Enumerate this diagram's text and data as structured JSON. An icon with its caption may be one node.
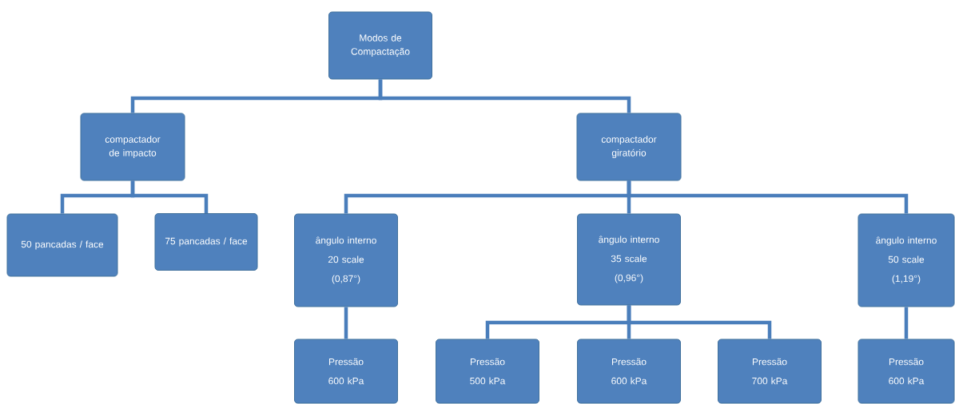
{
  "diagram": {
    "nodes": [
      {
        "text": [
          "Modos de Compactação"
        ]
      },
      {
        "text": [
          "compactador de impacto"
        ]
      },
      {
        "text": [
          "compactador giratório"
        ]
      },
      {
        "text": [
          "50 pancadas / face"
        ]
      },
      {
        "text": [
          "75 pancadas / face"
        ]
      },
      {
        "text": [
          "ângulo interno",
          "20 scale",
          "(0,87°)"
        ]
      },
      {
        "text": [
          "ângulo interno",
          "35 scale",
          "(0,96°)"
        ]
      },
      {
        "text": [
          "ângulo interno",
          "50 scale",
          "(1,19°)"
        ]
      },
      {
        "text": [
          "Pressão",
          "600 kPa"
        ]
      },
      {
        "text": [
          "Pressão",
          "500 kPa"
        ]
      },
      {
        "text": [
          "Pressão",
          "600 kPa"
        ]
      },
      {
        "text": [
          "Pressão",
          "700 kPa"
        ]
      },
      {
        "text": [
          "Pressão",
          "600 kPa"
        ]
      }
    ],
    "edges": [
      {
        "from": 0,
        "to": 1,
        "arrow": "none"
      },
      {
        "from": 0,
        "to": 2,
        "arrow": "none"
      },
      {
        "from": 1,
        "to": 3,
        "arrow": "none"
      },
      {
        "from": 1,
        "to": 4,
        "arrow": "none"
      },
      {
        "from": 2,
        "to": 5,
        "arrow": "none"
      },
      {
        "from": 2,
        "to": 6,
        "arrow": "none"
      },
      {
        "from": 2,
        "to": 7,
        "arrow": "none"
      },
      {
        "from": 5,
        "to": 8,
        "arrow": "none"
      },
      {
        "from": 6,
        "to": 9,
        "arrow": "none"
      },
      {
        "from": 6,
        "to": 10,
        "arrow": "none"
      },
      {
        "from": 6,
        "to": 11,
        "arrow": "none"
      },
      {
        "from": 7,
        "to": 12,
        "arrow": "none"
      }
    ]
  }
}
